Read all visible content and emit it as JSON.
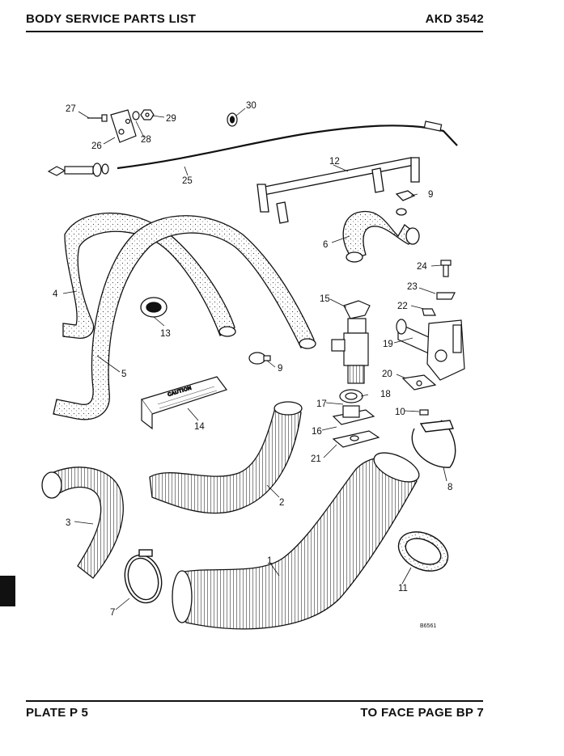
{
  "header": {
    "title": "BODY SERVICE PARTS LIST",
    "code": "AKD 3542"
  },
  "footer": {
    "plate": "PLATE P 5",
    "facing": "TO FACE PAGE BP 7"
  },
  "drawing_ref": "B6561",
  "caution_label": "CAUTION",
  "callouts": [
    "1",
    "2",
    "3",
    "4",
    "5",
    "6",
    "7",
    "8",
    "9",
    "9",
    "10",
    "11",
    "12",
    "13",
    "14",
    "15",
    "16",
    "17",
    "18",
    "19",
    "20",
    "21",
    "22",
    "23",
    "24",
    "25",
    "26",
    "27",
    "28",
    "29",
    "30"
  ]
}
